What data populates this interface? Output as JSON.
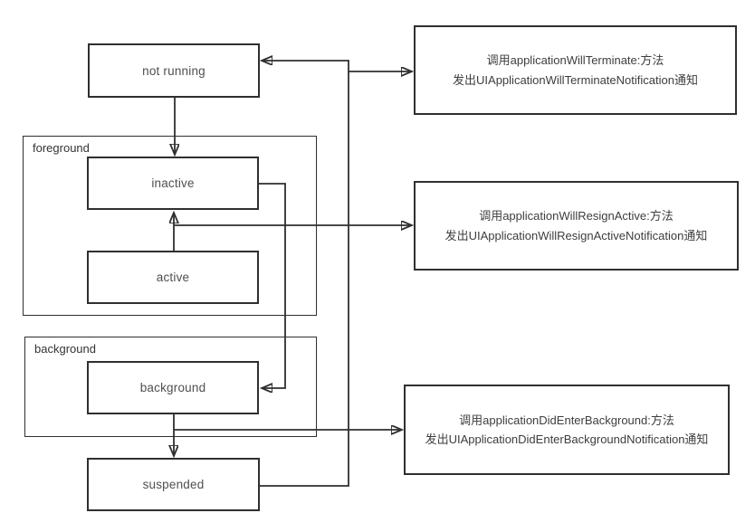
{
  "nodes": {
    "not_running": {
      "label": "not running"
    },
    "inactive": {
      "label": "inactive"
    },
    "active": {
      "label": "active"
    },
    "background": {
      "label": "background"
    },
    "suspended": {
      "label": "suspended"
    }
  },
  "groups": {
    "foreground": {
      "label": "foreground"
    },
    "background": {
      "label": "background"
    }
  },
  "annotations": {
    "terminate": {
      "line1": "调用applicationWillTerminate:方法",
      "line2": "发出UIApplicationWillTerminateNotification通知"
    },
    "resign_active": {
      "line1": "调用applicationWillResignActive:方法",
      "line2": "发出UIApplicationWillResignActiveNotification通知"
    },
    "enter_background": {
      "line1": "调用applicationDidEnterBackground:方法",
      "line2": "发出UIApplicationDidEnterBackgroundNotification通知"
    }
  },
  "colors": {
    "line": "#2f2f2f",
    "node_text": "#4f4f4f",
    "note_text": "#3d3d3d",
    "canvas_background": "#ffffff"
  }
}
